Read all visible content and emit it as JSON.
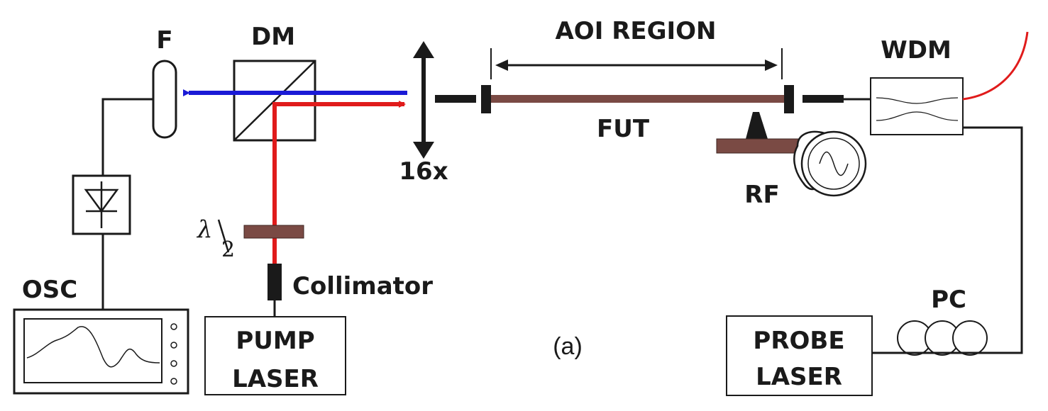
{
  "labels": {
    "filter": "F",
    "dichroic_mirror": "DM",
    "objective": "16x",
    "aoi_region": "AOI REGION",
    "fut": "FUT",
    "rf": "RF",
    "wdm": "WDM",
    "pc": "PC",
    "probe_laser_line1": "PROBE",
    "probe_laser_line2": "LASER",
    "pump_laser_line1": "PUMP",
    "pump_laser_line2": "LASER",
    "osc": "OSC",
    "collimator": "Collimator",
    "half_wave_lambda": "λ",
    "half_wave_denominator": "2",
    "panel_label": "(a)"
  },
  "colors": {
    "pump_beam": "#e01b1b",
    "probe_return_beam": "#1a1ad6",
    "fiber_under_test": "#7a4a44",
    "rf_transducer": "#7a4a44",
    "output_fiber": "#e01b1b",
    "line": "#1a1a1a"
  }
}
